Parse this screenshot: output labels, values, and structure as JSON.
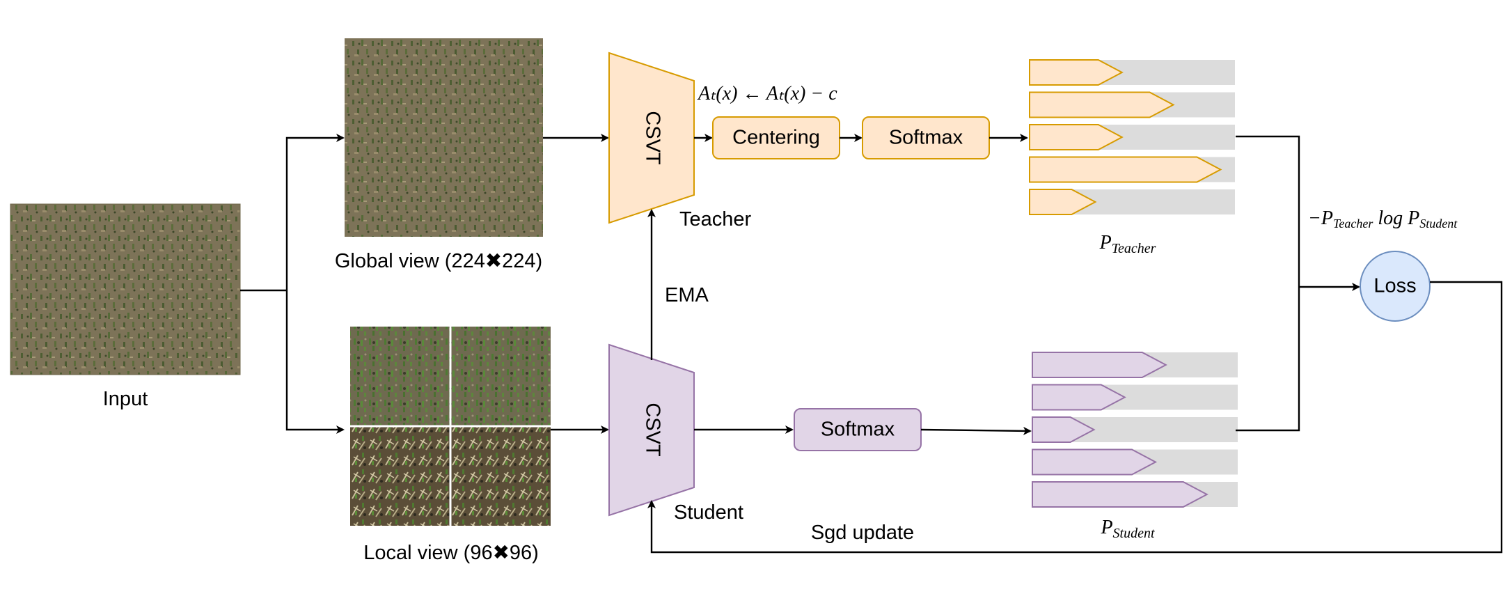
{
  "input": {
    "label": "Input"
  },
  "global_view": {
    "label": "Global view  (224✖224)"
  },
  "local_view": {
    "label": "Local view  (96✖96)"
  },
  "teacher": {
    "encoder": "CSVT",
    "label": "Teacher",
    "centering": "Centering",
    "softmax": "Softmax",
    "centering_formula": "Aₜ(x) ← Aₜ(x)  − c",
    "prob_label": "P_Teacher"
  },
  "student": {
    "encoder": "CSVT",
    "label": "Student",
    "softmax": "Softmax",
    "prob_label": "P_Student"
  },
  "ema": "EMA",
  "sgd": "Sgd update",
  "loss": {
    "label": "Loss",
    "formula": "−P_Teacher log P_Student"
  },
  "teacher_bars": [
    0.45,
    0.7,
    0.45,
    0.93,
    0.32
  ],
  "student_bars": [
    0.65,
    0.45,
    0.3,
    0.6,
    0.85
  ],
  "colors": {
    "teacher_fill": "#ffe6cc",
    "teacher_stroke": "#d79b00",
    "student_fill": "#e1d5e7",
    "student_stroke": "#9673a6",
    "loss_fill": "#dae8fc",
    "loss_stroke": "#6c8ebf",
    "bar_bg": "#dcdcdc"
  }
}
